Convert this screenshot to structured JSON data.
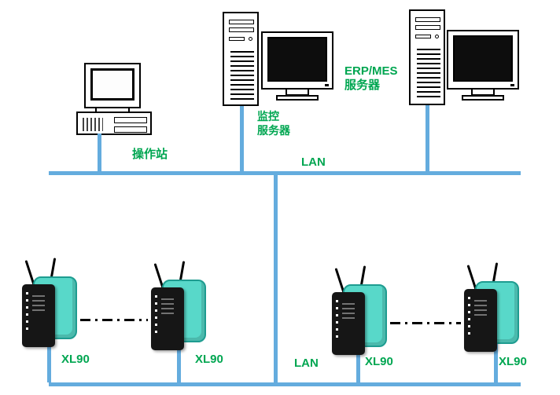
{
  "labels": {
    "workstation": "操作站",
    "monitoring_server_line1": "监控",
    "monitoring_server_line2": "服务器",
    "erp_server_line1": "ERP/MES",
    "erp_server_line2": "服务器",
    "lan_top": "LAN",
    "lan_bottom": "LAN",
    "xl90": [
      "XL90",
      "XL90",
      "XL90",
      "XL90"
    ]
  },
  "colors": {
    "lan_line": "#64ACDE",
    "label_green": "#00A651",
    "device_teal": "#58D8C9",
    "device_teal_border": "#1E9C90"
  }
}
